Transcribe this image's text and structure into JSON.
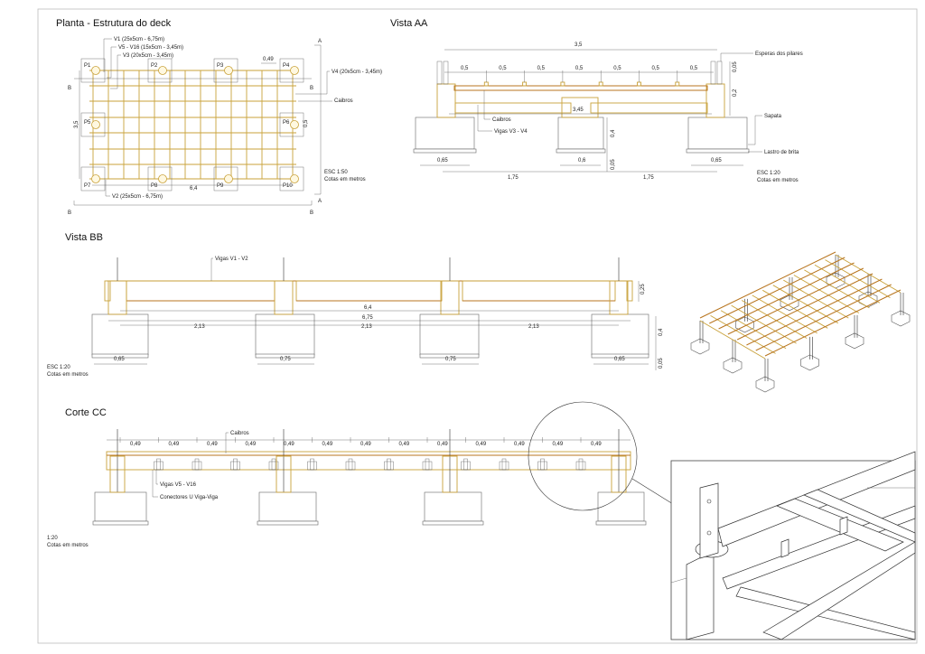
{
  "plan": {
    "title": "Planta - Estrutura do deck",
    "labels": {
      "v1": "V1 (25x5cm - 6,75m)",
      "v5_v16": "V5 - V16 (15x5cm - 3,45m)",
      "v3": "V3 (20x5cm - 3,45m)",
      "v4": "V4 (20x5cm - 3,45m)",
      "v2": "V2 (25x5cm - 6,75m)",
      "caibros": "Caibros"
    },
    "pillars": [
      "P1",
      "P2",
      "P3",
      "P4",
      "P5",
      "P6",
      "P7",
      "P8",
      "P9",
      "P10"
    ],
    "dims": {
      "spacing": "0,49",
      "width": "3,5",
      "length": "6,4",
      "pillar": "0,5"
    },
    "section_marks": {
      "a": "A",
      "b": "B"
    },
    "scale": "ESC 1:50",
    "units": "Cotas em metros"
  },
  "vista_aa": {
    "title": "Vista AA",
    "dims": {
      "total": "3,5",
      "spacings": [
        "0,5",
        "0,5",
        "0,5",
        "0,5",
        "0,5",
        "0,5",
        "0,5"
      ],
      "inner": "3,45",
      "top_h": "0,05",
      "beam_h": "0,2",
      "footing_h": "0,4",
      "gravel_h": "0,05",
      "footings": [
        "0,65",
        "0,6",
        "0,65"
      ],
      "spans": [
        "1,75",
        "1,75"
      ]
    },
    "labels": {
      "esperas": "Esperas dos pilares",
      "caibros": "Caibros",
      "vigas": "Vigas V3 - V4",
      "sapata": "Sapata",
      "lastro": "Lastro de brita"
    },
    "scale": "ESC 1:20",
    "units": "Cotas em metros"
  },
  "vista_bb": {
    "title": "Vista BB",
    "labels": {
      "vigas": "Vigas V1 - V2"
    },
    "dims": {
      "beam_h": "0,25",
      "inner": "6,4",
      "total": "6,75",
      "spans": [
        "2,13",
        "2,13",
        "2,13"
      ],
      "footings": [
        "0,65",
        "0,75",
        "0,75",
        "0,65"
      ],
      "footing_h": "0,4",
      "gravel_h": "0,05"
    },
    "scale": "ESC 1:20",
    "units": "Cotas em metros"
  },
  "corte_cc": {
    "title": "Corte CC",
    "labels": {
      "caibros": "Caibros",
      "vigas": "Vigas V5 - V16",
      "conectores": "Conectores U Viga-Viga"
    },
    "dims": {
      "spacings": [
        "0,49",
        "0,49",
        "0,49",
        "0,49",
        "0,49",
        "0,49",
        "0,49",
        "0,49",
        "0,49",
        "0,49",
        "0,49",
        "0,49",
        "0,49"
      ]
    },
    "scale": "1:20",
    "units": "Cotas em metros"
  },
  "colors": {
    "wood": "#c9a23a",
    "wood_dark": "#b8751f",
    "line": "#333333"
  }
}
